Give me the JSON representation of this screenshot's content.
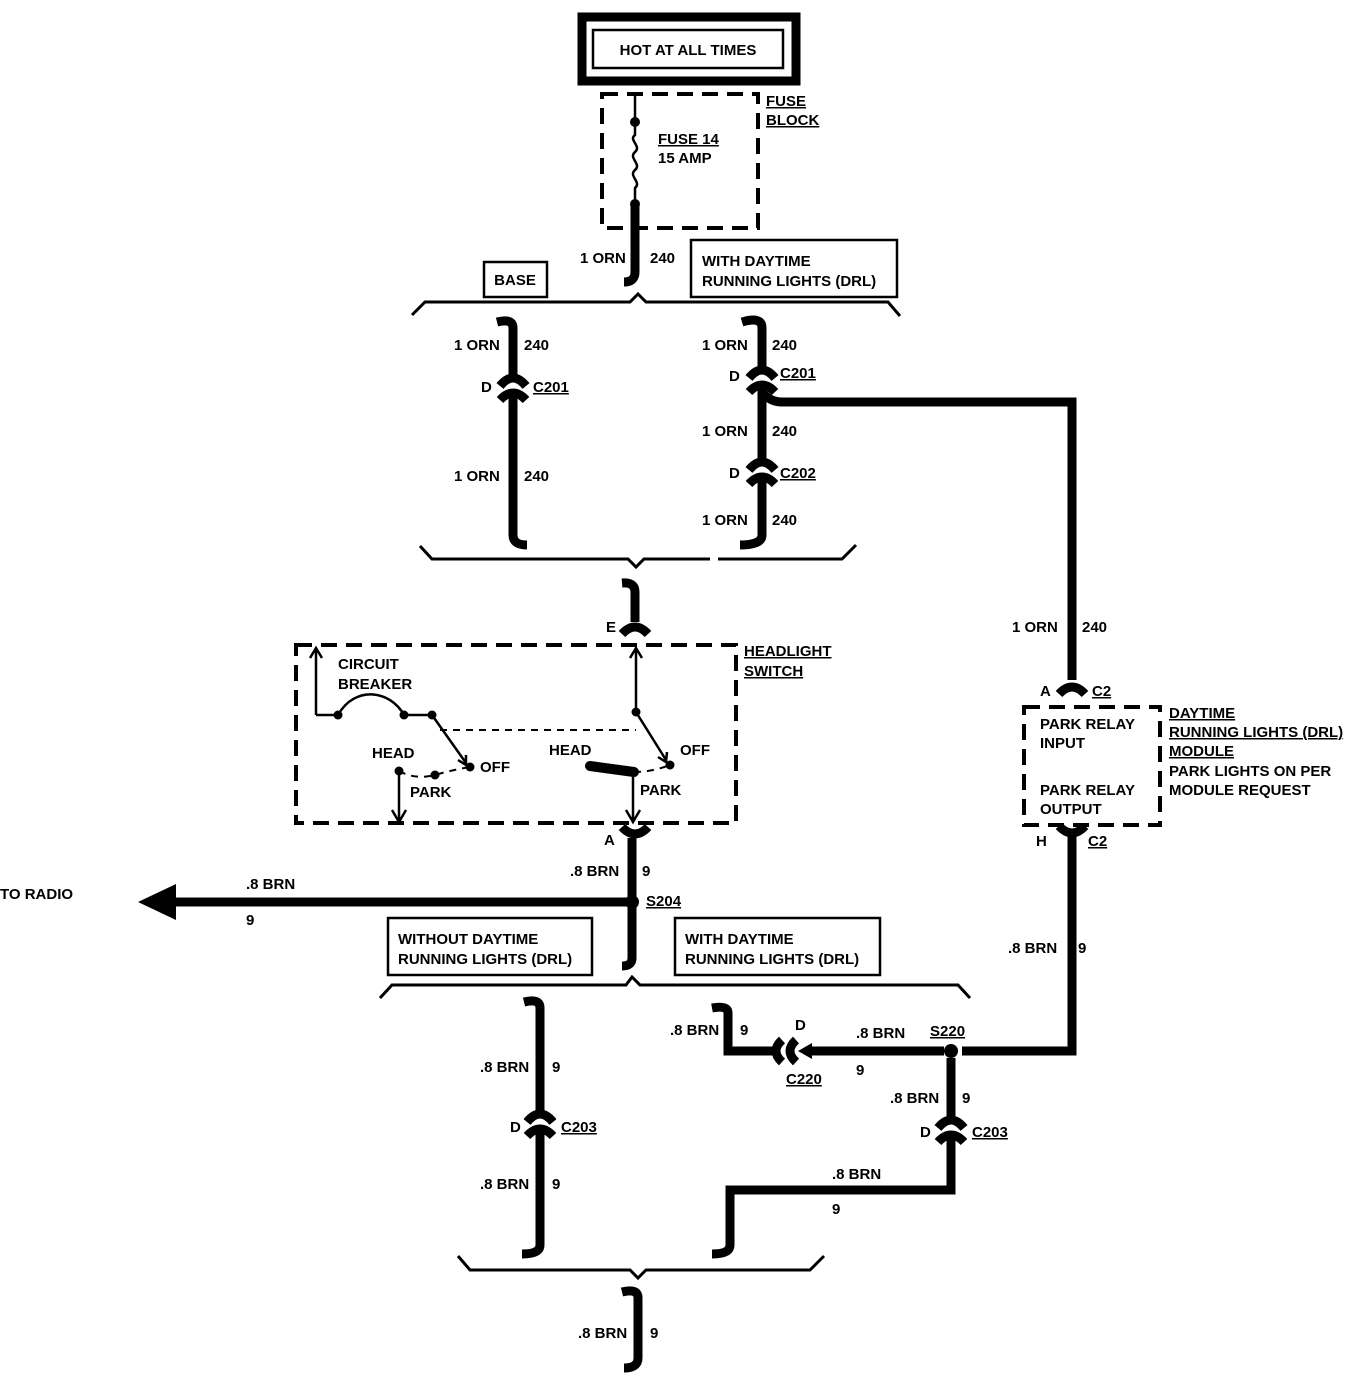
{
  "power": {
    "title": "HOT AT ALL TIMES"
  },
  "fuse_block": {
    "label_1": "FUSE",
    "label_2": "BLOCK",
    "fuse_name": "FUSE 14",
    "fuse_rating": "15 AMP"
  },
  "wire_orn": {
    "gauge": "1 ORN",
    "circuit": "240"
  },
  "wire_brn": {
    "gauge": ".8 BRN",
    "circuit": "9"
  },
  "variants": {
    "base": "BASE",
    "with_drl_1": "WITH DAYTIME",
    "with_drl_2": "RUNNING LIGHTS (DRL)",
    "without_drl_1": "WITHOUT DAYTIME",
    "without_drl_2": "RUNNING LIGHTS (DRL)",
    "with_drl_b1": "WITH DAYTIME",
    "with_drl_b2": "RUNNING LIGHTS (DRL)"
  },
  "connectors": {
    "c201": "C201",
    "c202": "C202",
    "c203": "C203",
    "c220": "C220",
    "c2": "C2",
    "pin_d": "D",
    "pin_e": "E",
    "pin_a": "A",
    "pin_h": "H"
  },
  "splices": {
    "s204": "S204",
    "s220": "S220"
  },
  "headlight_switch": {
    "label_1": "HEADLIGHT",
    "label_2": "SWITCH",
    "cb_1": "CIRCUIT",
    "cb_2": "BREAKER",
    "head": "HEAD",
    "park": "PARK",
    "off": "OFF"
  },
  "drl_module": {
    "label_1": "DAYTIME",
    "label_2": "RUNNING LIGHTS (DRL)",
    "label_3": "MODULE",
    "desc_1": "PARK LIGHTS ON PER",
    "desc_2": "MODULE REQUEST",
    "input_1": "PARK RELAY",
    "input_2": "INPUT",
    "output_1": "PARK RELAY",
    "output_2": "OUTPUT"
  },
  "to_radio": "TO RADIO"
}
